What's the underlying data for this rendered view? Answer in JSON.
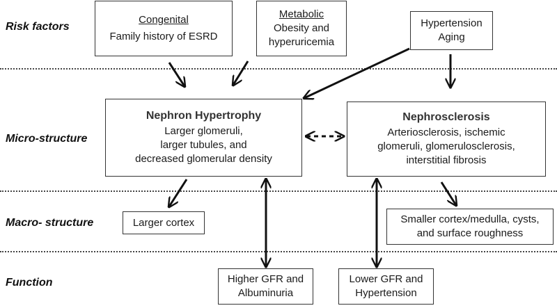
{
  "rows": {
    "risk": "Risk factors",
    "micro": "Micro-structure",
    "macro": "Macro- structure",
    "function": "Function"
  },
  "boxes": {
    "congenital": {
      "heading": "Congenital",
      "text": "Family history of ESRD"
    },
    "metabolic": {
      "heading": "Metabolic",
      "line1": "Obesity and",
      "line2": "hyperuricemia"
    },
    "hypertension_aging": {
      "line1": "Hypertension",
      "line2": "Aging"
    },
    "nephron_hypertrophy": {
      "title": "Nephron Hypertrophy",
      "line1": "Larger glomeruli,",
      "line2": "larger tubules, and",
      "line3": "decreased glomerular density"
    },
    "nephrosclerosis": {
      "title": "Nephrosclerosis",
      "line1": "Arteriosclerosis, ischemic",
      "line2": "glomeruli, glomerulosclerosis,",
      "line3": "interstitial fibrosis"
    },
    "larger_cortex": {
      "text": "Larger cortex"
    },
    "smaller_cortex": {
      "line1": "Smaller cortex/medulla, cysts,",
      "line2": "and surface roughness"
    },
    "higher_gfr": {
      "line1": "Higher GFR and",
      "line2": "Albuminuria"
    },
    "lower_gfr": {
      "line1": "Lower GFR and",
      "line2": "Hypertension"
    }
  }
}
